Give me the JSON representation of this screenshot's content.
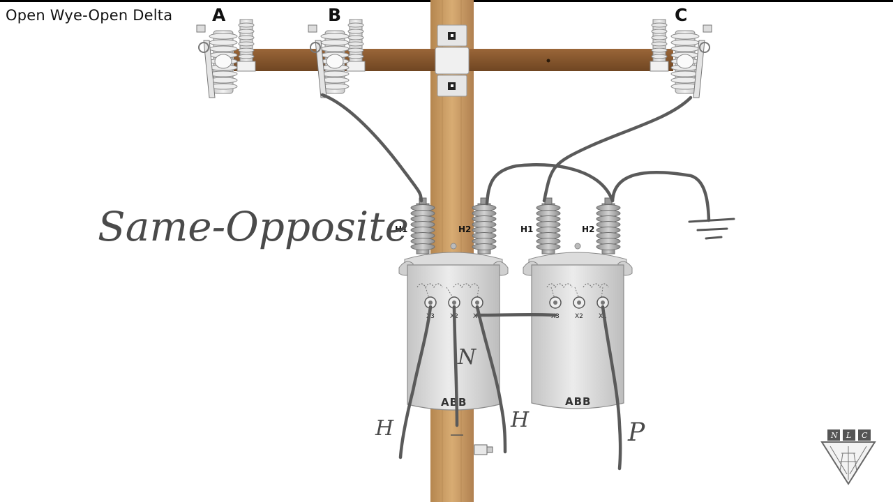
{
  "title": "Open Wye-Open Delta",
  "phases": [
    "A",
    "B",
    "C"
  ],
  "transformers": [
    {
      "primary_bushings": [
        "H1",
        "H2"
      ],
      "secondary_terminals": [
        "X3",
        "X2",
        "X1"
      ],
      "brand": "ABB"
    },
    {
      "primary_bushings": [
        "H1",
        "H2"
      ],
      "secondary_terminals": [
        "X3",
        "X2",
        "X1"
      ],
      "brand": "ABB"
    }
  ],
  "annotations": {
    "heading": "Same-Opposite",
    "service_left_hot": "H",
    "service_neutral": "N",
    "service_right_hot": "H",
    "power_leg": "P"
  },
  "logo": {
    "letters": [
      "N",
      "L",
      "C"
    ]
  },
  "colors": {
    "pole": "#c79a63",
    "crossarm": "#8a5a2e",
    "tank": "#d9d9d9",
    "porcelain": "#b8b8b8",
    "wire": "#5a5a5a"
  }
}
